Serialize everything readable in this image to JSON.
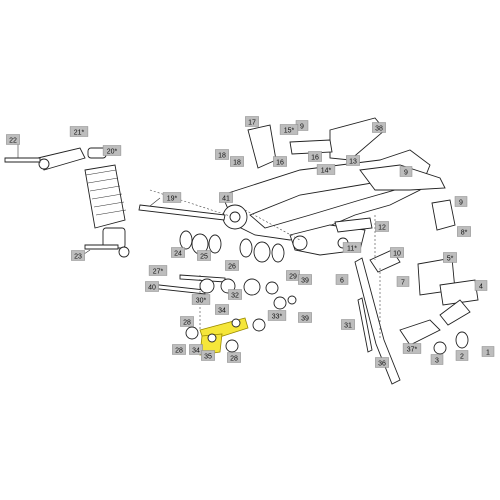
{
  "diagram": {
    "highlight_color": "#f5e63a",
    "label_color": "#bdbdbd",
    "labels": {
      "l1": "1",
      "l2": "2",
      "l3": "3",
      "l4": "4",
      "l5": "5*",
      "l6": "6",
      "l7": "7",
      "l8": "8*",
      "l9a": "9",
      "l9b": "9",
      "l9c": "9",
      "l10": "10",
      "l11": "11*",
      "l12": "12",
      "l13": "13",
      "l14": "14*",
      "l15": "15*",
      "l16a": "16",
      "l16b": "16",
      "l17": "17",
      "l18a": "18",
      "l18b": "18",
      "l19": "19*",
      "l20": "20*",
      "l21": "21*",
      "l22": "22",
      "l23": "23",
      "l24": "24",
      "l25": "25",
      "l26": "26",
      "l27": "27*",
      "l28a": "28",
      "l28b": "28",
      "l28c": "28",
      "l29": "29",
      "l30": "30*",
      "l31": "31",
      "l32": "32",
      "l33": "33*",
      "l34a": "34",
      "l34b": "34",
      "l35": "35",
      "l36": "36",
      "l37": "37*",
      "l38": "38",
      "l39a": "39",
      "l39b": "39",
      "l40": "40",
      "l41": "41"
    }
  }
}
